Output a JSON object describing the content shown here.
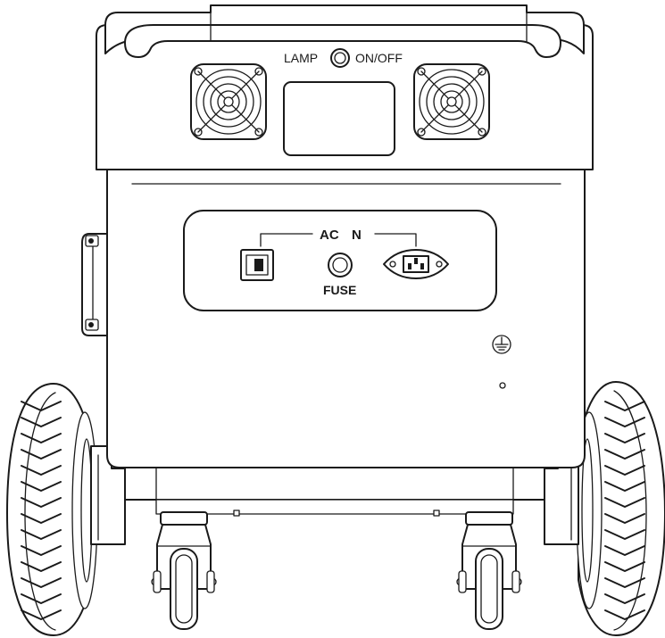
{
  "labels": {
    "lamp": "LAMP",
    "on_off": "ON/OFF",
    "ac": "AC",
    "n": "N",
    "fuse": "FUSE"
  },
  "icons": {
    "ground": "ground-symbol-icon",
    "cooling_fan": "fan-grille-icon",
    "rocker_switch": "rocker-switch-icon",
    "fuse_holder": "fuse-holder-icon",
    "ac_inlet": "iec-c14-inlet-icon"
  },
  "colors": {
    "line": "#1a1a1a",
    "background": "#ffffff"
  }
}
